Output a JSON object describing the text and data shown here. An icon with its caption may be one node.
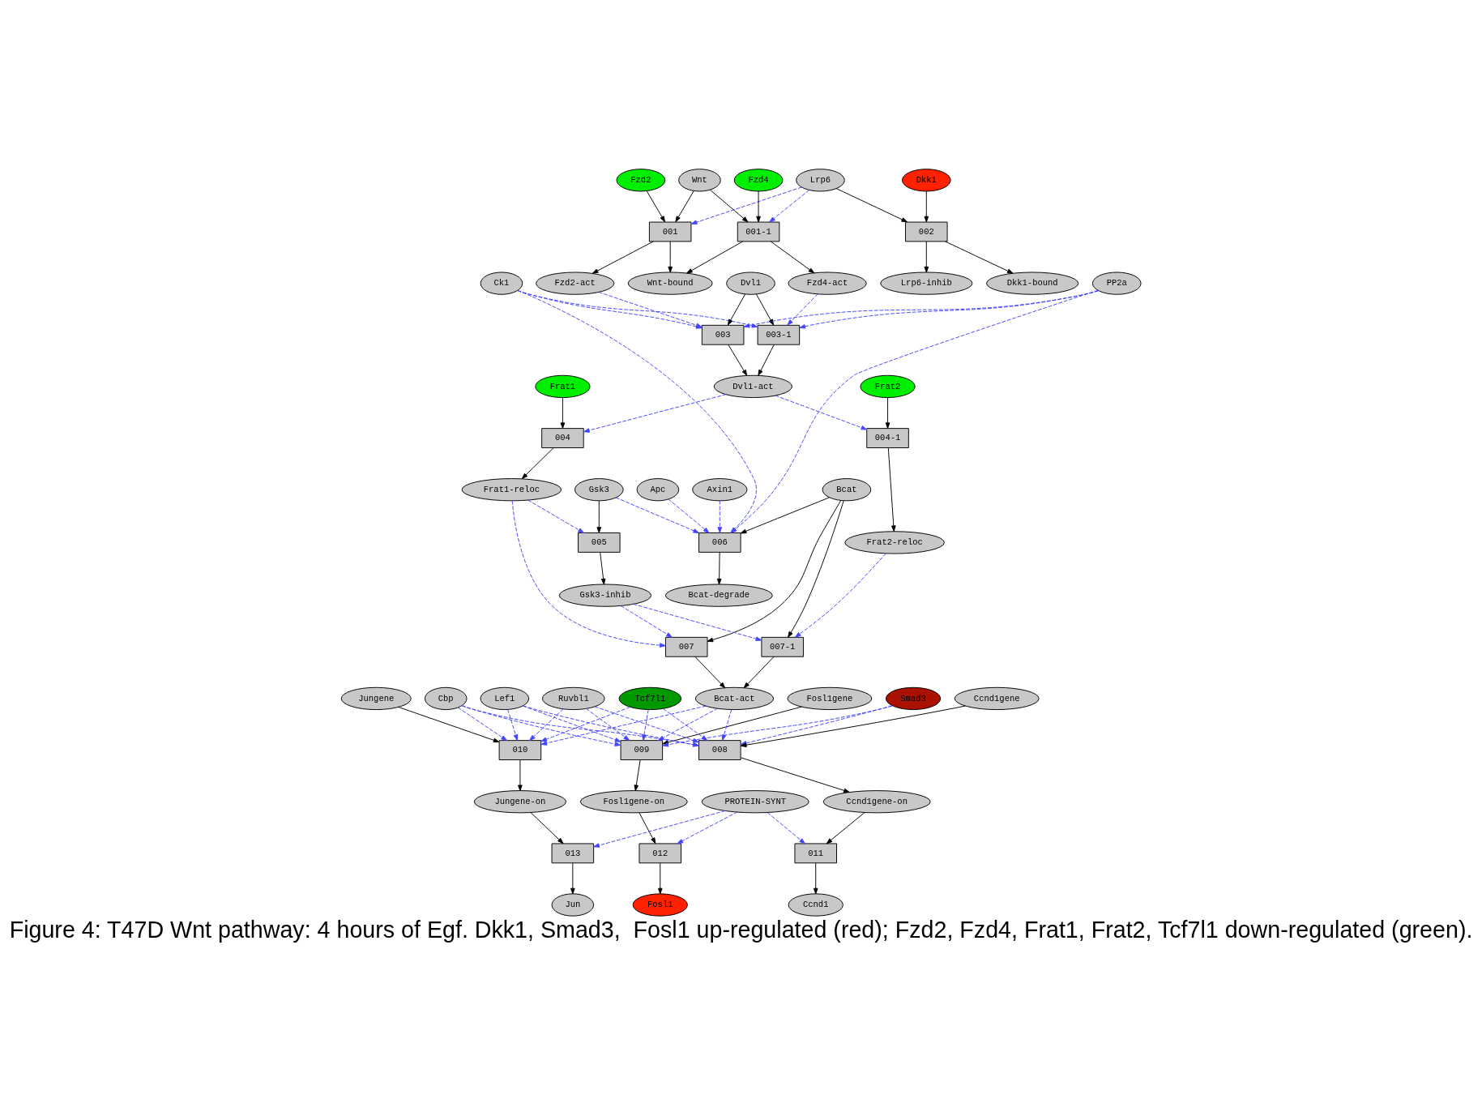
{
  "diagram": {
    "caption": "Figure 4: T47D Wnt pathway: 4 hours of Egf. Dkk1, Smad3,  Fosl1 up-regulated (red); Fzd2, Fzd4, Frat1, Frat2, Tcf7l1 down-regulated (green).",
    "nodes": [
      {
        "text": [
          "Fzd2"
        ]
      },
      {
        "text": [
          "Wnt"
        ]
      },
      {
        "text": [
          "Lrp6"
        ]
      },
      {
        "text": [
          "Fzd4"
        ]
      },
      {
        "text": [
          "Dkk1"
        ]
      },
      {
        "text": [
          "001"
        ]
      },
      {
        "text": [
          "001-1"
        ]
      },
      {
        "text": [
          "002"
        ]
      },
      {
        "text": [
          "Fzd2-act"
        ]
      },
      {
        "text": [
          "Ck1"
        ]
      },
      {
        "text": [
          "Dvl1"
        ]
      },
      {
        "text": [
          "Wnt-bound"
        ]
      },
      {
        "text": [
          "Fzd4-act"
        ]
      },
      {
        "text": [
          "PP2a"
        ]
      },
      {
        "text": [
          "Lrp6-inhib"
        ]
      },
      {
        "text": [
          "Dkk1-bound"
        ]
      },
      {
        "text": [
          "003"
        ]
      },
      {
        "text": [
          "003-1"
        ]
      },
      {
        "text": [
          "Frat1"
        ]
      },
      {
        "text": [
          "Dvl1-act"
        ]
      },
      {
        "text": [
          "Frat2"
        ]
      },
      {
        "text": [
          "004"
        ]
      },
      {
        "text": [
          "004-1"
        ]
      },
      {
        "text": [
          "Frat1-reloc"
        ]
      },
      {
        "text": [
          "Bcat"
        ]
      },
      {
        "text": [
          "Gsk3"
        ]
      },
      {
        "text": [
          "Apc"
        ]
      },
      {
        "text": [
          "Axin1"
        ]
      },
      {
        "text": [
          "005"
        ]
      },
      {
        "text": [
          "006"
        ]
      },
      {
        "text": [
          "Frat2-reloc"
        ]
      },
      {
        "text": [
          "Gsk3-inhib"
        ]
      },
      {
        "text": [
          "Bcat-degrade"
        ]
      },
      {
        "text": [
          "007"
        ]
      },
      {
        "text": [
          "007-1"
        ]
      },
      {
        "text": [
          "Fosl1gene"
        ]
      },
      {
        "text": [
          "Cbp"
        ]
      },
      {
        "text": [
          "Lef1"
        ]
      },
      {
        "text": [
          "Ruvbl1"
        ]
      },
      {
        "text": [
          "Tcf7l1"
        ]
      },
      {
        "text": [
          "Bcat-act"
        ]
      },
      {
        "text": [
          "Smad3"
        ]
      },
      {
        "text": [
          "Jungene"
        ]
      },
      {
        "text": [
          "Ccnd1gene"
        ]
      },
      {
        "text": [
          "009"
        ]
      },
      {
        "text": [
          "010"
        ]
      },
      {
        "text": [
          "008"
        ]
      },
      {
        "text": [
          "Fosl1gene-on"
        ]
      },
      {
        "text": [
          "PROTEIN-SYNT"
        ]
      },
      {
        "text": [
          "Jungene-on"
        ]
      },
      {
        "text": [
          "Ccnd1gene-on"
        ]
      },
      {
        "text": [
          "012"
        ]
      },
      {
        "text": [
          "013"
        ]
      },
      {
        "text": [
          "011"
        ]
      },
      {
        "text": [
          "Fosl1"
        ]
      },
      {
        "text": [
          "Jun"
        ]
      },
      {
        "text": [
          "Ccnd1"
        ]
      }
    ],
    "edges": [
      {
        "from": 0,
        "to": 5,
        "arrow": "to"
      },
      {
        "from": 1,
        "to": 5,
        "arrow": "to"
      },
      {
        "from": 2,
        "to": 5,
        "arrow": "to",
        "style": "dashed",
        "color": "#4444ff"
      },
      {
        "from": 1,
        "to": 6,
        "arrow": "to"
      },
      {
        "from": 2,
        "to": 6,
        "arrow": "to",
        "style": "dashed",
        "color": "#4444ff"
      },
      {
        "from": 3,
        "to": 6,
        "arrow": "to"
      },
      {
        "from": 2,
        "to": 7,
        "arrow": "to"
      },
      {
        "from": 4,
        "to": 7,
        "arrow": "to"
      },
      {
        "from": 5,
        "to": 8,
        "arrow": "to"
      },
      {
        "from": 5,
        "to": 11,
        "arrow": "to"
      },
      {
        "from": 6,
        "to": 11,
        "arrow": "to"
      },
      {
        "from": 6,
        "to": 12,
        "arrow": "to"
      },
      {
        "from": 7,
        "to": 14,
        "arrow": "to"
      },
      {
        "from": 7,
        "to": 15,
        "arrow": "to"
      },
      {
        "from": 8,
        "to": 16,
        "arrow": "to",
        "style": "dashed",
        "color": "#4444ff"
      },
      {
        "from": 9,
        "to": 16,
        "arrow": "to",
        "style": "dashed",
        "color": "#4444ff"
      },
      {
        "from": 9,
        "to": 17,
        "arrow": "to",
        "style": "dashed",
        "color": "#4444ff"
      },
      {
        "from": 9,
        "to": 29,
        "arrow": "to",
        "style": "dashed",
        "color": "#4444ff"
      },
      {
        "from": 10,
        "to": 16,
        "arrow": "to"
      },
      {
        "from": 10,
        "to": 17,
        "arrow": "to"
      },
      {
        "from": 12,
        "to": 17,
        "arrow": "to",
        "style": "dashed",
        "color": "#4444ff"
      },
      {
        "from": 13,
        "to": 16,
        "arrow": "to",
        "style": "dashed",
        "color": "#4444ff"
      },
      {
        "from": 13,
        "to": 17,
        "arrow": "to",
        "style": "dashed",
        "color": "#4444ff"
      },
      {
        "from": 13,
        "to": 29,
        "arrow": "to",
        "style": "dashed",
        "color": "#4444ff"
      },
      {
        "from": 16,
        "to": 19,
        "arrow": "to"
      },
      {
        "from": 17,
        "to": 19,
        "arrow": "to"
      },
      {
        "from": 18,
        "to": 21,
        "arrow": "to"
      },
      {
        "from": 19,
        "to": 21,
        "arrow": "to",
        "style": "dashed",
        "color": "#4444ff"
      },
      {
        "from": 19,
        "to": 22,
        "arrow": "to",
        "style": "dashed",
        "color": "#4444ff"
      },
      {
        "from": 20,
        "to": 22,
        "arrow": "to"
      },
      {
        "from": 21,
        "to": 23,
        "arrow": "to"
      },
      {
        "from": 22,
        "to": 30,
        "arrow": "to"
      },
      {
        "from": 23,
        "to": 28,
        "arrow": "to",
        "style": "dashed",
        "color": "#4444ff"
      },
      {
        "from": 23,
        "to": 33,
        "arrow": "to",
        "style": "dashed",
        "color": "#4444ff"
      },
      {
        "from": 24,
        "to": 33,
        "arrow": "to"
      },
      {
        "from": 24,
        "to": 34,
        "arrow": "to"
      },
      {
        "from": 24,
        "to": 29,
        "arrow": "to"
      },
      {
        "from": 25,
        "to": 28,
        "arrow": "to"
      },
      {
        "from": 25,
        "to": 29,
        "arrow": "to",
        "style": "dashed",
        "color": "#4444ff"
      },
      {
        "from": 26,
        "to": 29,
        "arrow": "to",
        "style": "dashed",
        "color": "#4444ff"
      },
      {
        "from": 27,
        "to": 29,
        "arrow": "to",
        "style": "dashed",
        "color": "#4444ff"
      },
      {
        "from": 28,
        "to": 31,
        "arrow": "to"
      },
      {
        "from": 29,
        "to": 32,
        "arrow": "to"
      },
      {
        "from": 31,
        "to": 33,
        "arrow": "to",
        "style": "dashed",
        "color": "#4444ff"
      },
      {
        "from": 31,
        "to": 34,
        "arrow": "to",
        "style": "dashed",
        "color": "#4444ff"
      },
      {
        "from": 30,
        "to": 34,
        "arrow": "to",
        "style": "dashed",
        "color": "#4444ff"
      },
      {
        "from": 33,
        "to": 40,
        "arrow": "to"
      },
      {
        "from": 34,
        "to": 40,
        "arrow": "to"
      },
      {
        "from": 35,
        "to": 44,
        "arrow": "to"
      },
      {
        "from": 36,
        "to": 44,
        "arrow": "to",
        "style": "dashed",
        "color": "#4444ff"
      },
      {
        "from": 37,
        "to": 44,
        "arrow": "to",
        "style": "dashed",
        "color": "#4444ff"
      },
      {
        "from": 38,
        "to": 44,
        "arrow": "to",
        "style": "dashed",
        "color": "#4444ff"
      },
      {
        "from": 39,
        "to": 44,
        "arrow": "to",
        "style": "dashed",
        "color": "#4444ff"
      },
      {
        "from": 40,
        "to": 44,
        "arrow": "to",
        "style": "dashed",
        "color": "#4444ff"
      },
      {
        "from": 41,
        "to": 44,
        "arrow": "to",
        "style": "dashed",
        "color": "#4444ff"
      },
      {
        "from": 36,
        "to": 45,
        "arrow": "to",
        "style": "dashed",
        "color": "#4444ff"
      },
      {
        "from": 37,
        "to": 45,
        "arrow": "to",
        "style": "dashed",
        "color": "#4444ff"
      },
      {
        "from": 38,
        "to": 45,
        "arrow": "to",
        "style": "dashed",
        "color": "#4444ff"
      },
      {
        "from": 39,
        "to": 45,
        "arrow": "to",
        "style": "dashed",
        "color": "#4444ff"
      },
      {
        "from": 40,
        "to": 45,
        "arrow": "to",
        "style": "dashed",
        "color": "#4444ff"
      },
      {
        "from": 42,
        "to": 45,
        "arrow": "to"
      },
      {
        "from": 36,
        "to": 46,
        "arrow": "to",
        "style": "dashed",
        "color": "#4444ff"
      },
      {
        "from": 37,
        "to": 46,
        "arrow": "to",
        "style": "dashed",
        "color": "#4444ff"
      },
      {
        "from": 38,
        "to": 46,
        "arrow": "to",
        "style": "dashed",
        "color": "#4444ff"
      },
      {
        "from": 39,
        "to": 46,
        "arrow": "to",
        "style": "dashed",
        "color": "#4444ff"
      },
      {
        "from": 40,
        "to": 46,
        "arrow": "to",
        "style": "dashed",
        "color": "#4444ff"
      },
      {
        "from": 41,
        "to": 46,
        "arrow": "to",
        "style": "dashed",
        "color": "#4444ff"
      },
      {
        "from": 43,
        "to": 46,
        "arrow": "to"
      },
      {
        "from": 44,
        "to": 47,
        "arrow": "to"
      },
      {
        "from": 45,
        "to": 49,
        "arrow": "to"
      },
      {
        "from": 46,
        "to": 50,
        "arrow": "to"
      },
      {
        "from": 47,
        "to": 51,
        "arrow": "to"
      },
      {
        "from": 48,
        "to": 51,
        "arrow": "to",
        "style": "dashed",
        "color": "#4444ff"
      },
      {
        "from": 48,
        "to": 52,
        "arrow": "to",
        "style": "dashed",
        "color": "#4444ff"
      },
      {
        "from": 48,
        "to": 53,
        "arrow": "to",
        "style": "dashed",
        "color": "#4444ff"
      },
      {
        "from": 49,
        "to": 52,
        "arrow": "to"
      },
      {
        "from": 50,
        "to": 53,
        "arrow": "to"
      },
      {
        "from": 51,
        "to": 54,
        "arrow": "to"
      },
      {
        "from": 52,
        "to": 55,
        "arrow": "to"
      },
      {
        "from": 53,
        "to": 56,
        "arrow": "to"
      }
    ]
  }
}
